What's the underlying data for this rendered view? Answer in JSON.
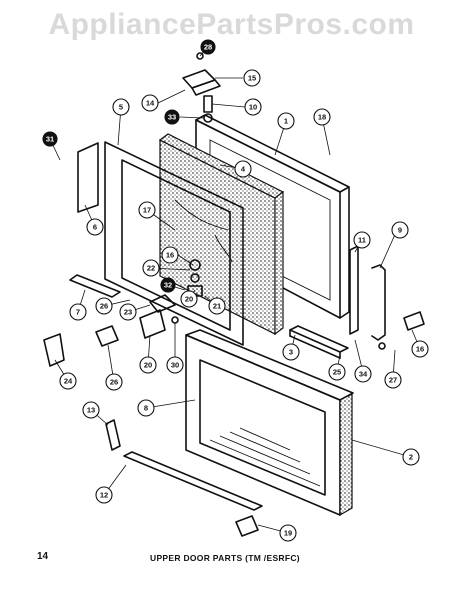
{
  "watermark": "AppliancePartsPros.com",
  "page_number": "14",
  "caption": "UPPER DOOR PARTS (TM /ESRFC)",
  "callouts": [
    "28",
    "15",
    "14",
    "10",
    "33",
    "5",
    "1",
    "18",
    "31",
    "4",
    "6",
    "17",
    "11",
    "9",
    "16",
    "22",
    "32",
    "7",
    "26",
    "23",
    "20",
    "21",
    "3",
    "25",
    "34",
    "27",
    "16",
    "24",
    "26",
    "20",
    "30",
    "8",
    "2",
    "13",
    "12",
    "19"
  ]
}
